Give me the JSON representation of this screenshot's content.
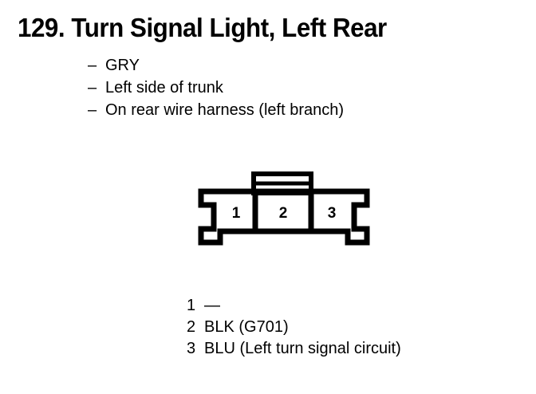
{
  "page": {
    "background_color": "#ffffff",
    "text_color": "#000000"
  },
  "title": "129. Turn Signal Light, Left Rear",
  "description": {
    "dash": "–",
    "items": [
      "GRY",
      "Left side of trunk",
      "On rear wire harness (left branch)"
    ]
  },
  "connector": {
    "name": "3-cavity connector",
    "cavity_labels": [
      "1",
      "2",
      "3"
    ],
    "line_color": "#000000",
    "fill_color": "#ffffff"
  },
  "pin_legend": {
    "rows": [
      {
        "pin": "1",
        "desc": "—"
      },
      {
        "pin": "2",
        "desc": "BLK (G701)"
      },
      {
        "pin": "3",
        "desc": "BLU (Left turn signal circuit)"
      }
    ]
  }
}
